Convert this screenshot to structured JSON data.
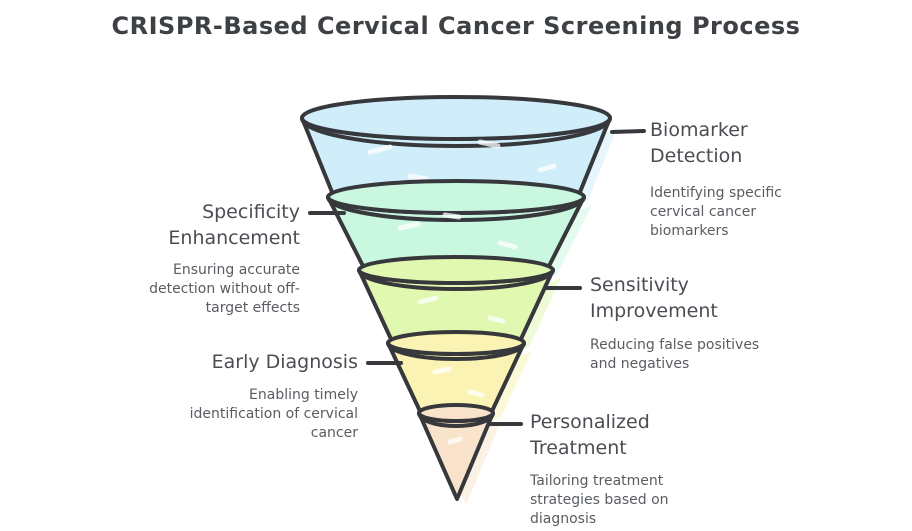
{
  "title": "CRISPR-Based Cervical Cancer Screening Process",
  "funnel": {
    "stages": [
      {
        "label": "Biomarker Detection",
        "description": "Identifying specific cervical cancer biomarkers",
        "side": "right",
        "color": "#cfeefa"
      },
      {
        "label": "Specificity Enhancement",
        "description": "Ensuring accurate detection without off-target effects",
        "side": "left",
        "color": "#c9f7e0"
      },
      {
        "label": "Sensitivity Improvement",
        "description": "Reducing false positives and negatives",
        "side": "right",
        "color": "#e0f8b0"
      },
      {
        "label": "Early Diagnosis",
        "description": "Enabling timely identification of cervical cancer",
        "side": "left",
        "color": "#faf3b3"
      },
      {
        "label": "Personalized Treatment",
        "description": "Tailoring treatment strategies based on diagnosis",
        "side": "right",
        "color": "#fae3cb"
      }
    ]
  },
  "colors": {
    "outline": "#36383c",
    "title_text": "#3d4145",
    "heading_text": "#4a4e53",
    "description_text": "#595d62",
    "background": "#ffffff"
  }
}
